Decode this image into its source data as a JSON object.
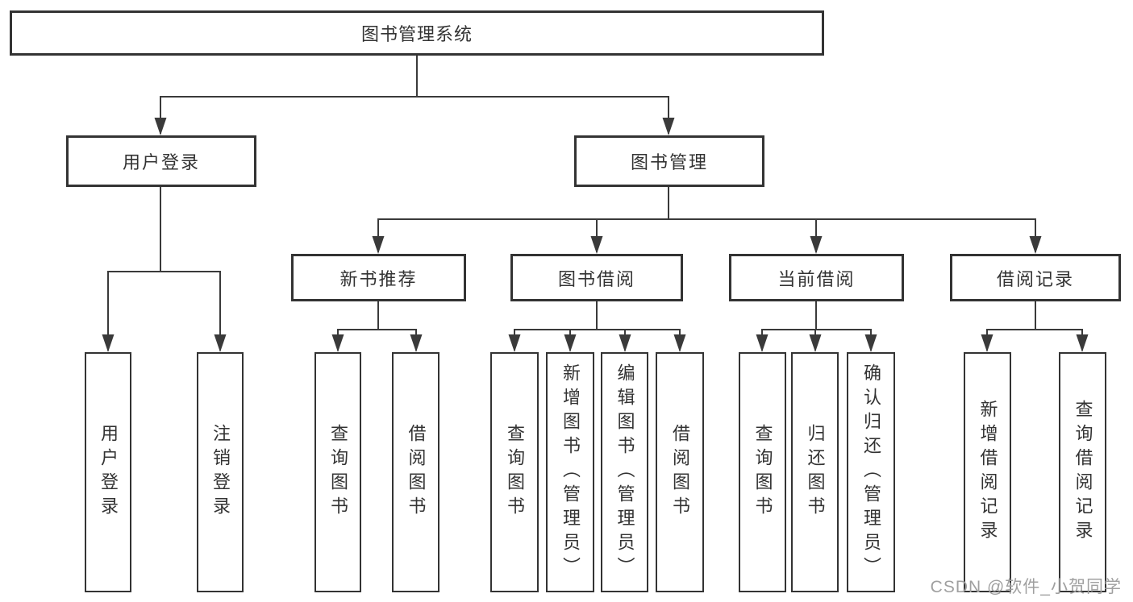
{
  "tree": {
    "label": "图书管理系统",
    "children": [
      {
        "label": "用户登录",
        "children": [
          {
            "label": "用户登录"
          },
          {
            "label": "注销登录"
          }
        ]
      },
      {
        "label": "图书管理",
        "children": [
          {
            "label": "新书推荐",
            "children": [
              {
                "label": "查询图书"
              },
              {
                "label": "借阅图书"
              }
            ]
          },
          {
            "label": "图书借阅",
            "children": [
              {
                "label": "查询图书"
              },
              {
                "label": "新增图书（管理员）"
              },
              {
                "label": "编辑图书（管理员）"
              },
              {
                "label": "借阅图书"
              }
            ]
          },
          {
            "label": "当前借阅",
            "children": [
              {
                "label": "查询图书"
              },
              {
                "label": "归还图书"
              },
              {
                "label": "确认归还（管理员）"
              }
            ]
          },
          {
            "label": "借阅记录",
            "children": [
              {
                "label": "新增借阅记录"
              },
              {
                "label": "查询借阅记录"
              }
            ]
          }
        ]
      }
    ]
  },
  "watermark": {
    "text": "CSDN @软件_小贺同学"
  },
  "colors": {
    "line": "#3a3a3a",
    "box_border": "#333333",
    "text": "#333333",
    "watermark_text": "#a0a0a0",
    "background": "#ffffff"
  }
}
